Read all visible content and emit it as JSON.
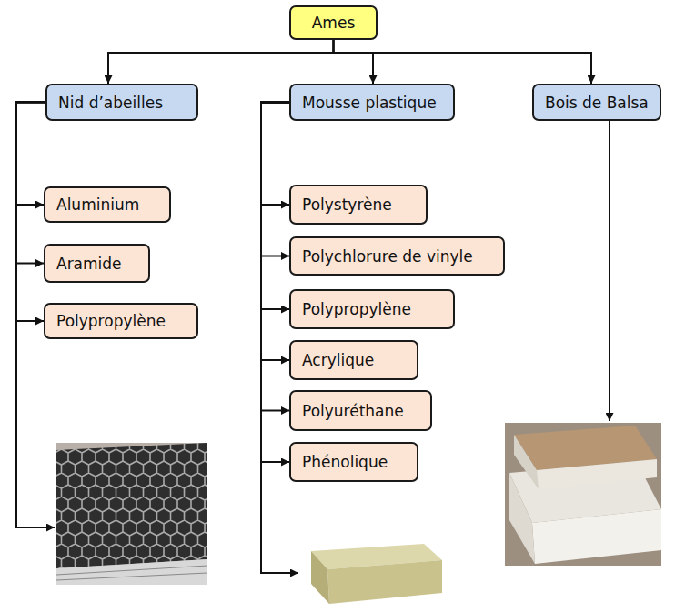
{
  "diagram": {
    "nodes": [
      {
        "text": [
          "Ames"
        ]
      },
      {
        "text": [
          "Nid d’abeilles"
        ]
      },
      {
        "text": [
          "Aluminium"
        ]
      },
      {
        "text": [
          "Aramide"
        ]
      },
      {
        "text": [
          "Polypropylène"
        ]
      },
      {
        "text": [
          "Mousse plastique"
        ]
      },
      {
        "text": [
          "Polystyrène"
        ]
      },
      {
        "text": [
          "Polychlorure de vinyle"
        ]
      },
      {
        "text": [
          "Polypropylène"
        ]
      },
      {
        "text": [
          "Acrylique"
        ]
      },
      {
        "text": [
          "Polyuréthane"
        ]
      },
      {
        "text": [
          "Phénolique"
        ]
      },
      {
        "text": [
          "Bois de Balsa"
        ]
      }
    ],
    "edges": [
      {
        "from": 0,
        "to": 1,
        "arrow": "to"
      },
      {
        "from": 0,
        "to": 5,
        "arrow": "to"
      },
      {
        "from": 0,
        "to": 12,
        "arrow": "to"
      },
      {
        "from": 1,
        "to": 2,
        "arrow": "to"
      },
      {
        "from": 1,
        "to": 3,
        "arrow": "to"
      },
      {
        "from": 1,
        "to": 4,
        "arrow": "to"
      },
      {
        "from": 5,
        "to": 6,
        "arrow": "to"
      },
      {
        "from": 5,
        "to": 7,
        "arrow": "to"
      },
      {
        "from": 5,
        "to": 8,
        "arrow": "to"
      },
      {
        "from": 5,
        "to": 9,
        "arrow": "to"
      },
      {
        "from": 5,
        "to": 10,
        "arrow": "to"
      },
      {
        "from": 5,
        "to": 11,
        "arrow": "to"
      }
    ]
  }
}
